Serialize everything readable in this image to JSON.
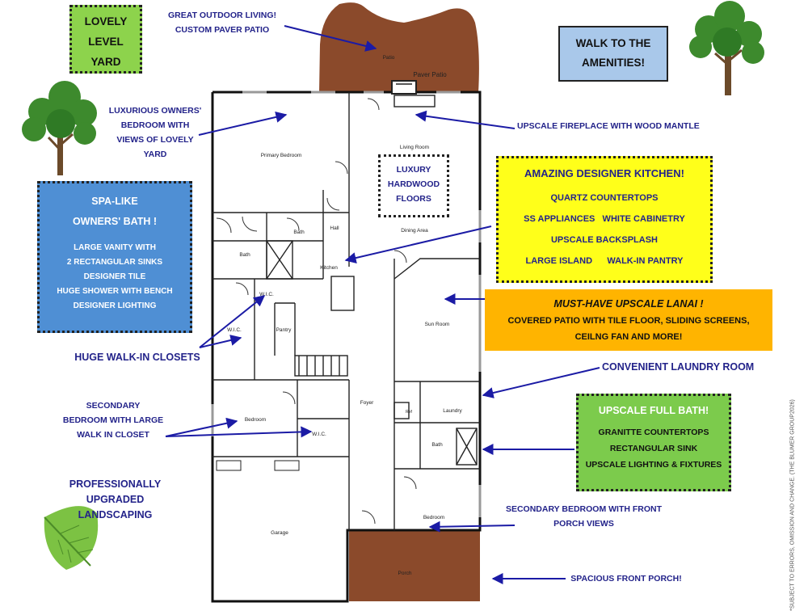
{
  "colors": {
    "callout_text": "#23238a",
    "arrow": "#1b1ba5",
    "yard_box": "#8dd34c",
    "amenities_box": "#a9c8ea",
    "bath_box": "#4f8fd4",
    "kitchen_box": "#ffff1a",
    "lanai_box": "#ffb400",
    "full_bath_box": "#7ccb4c",
    "patio_fill": "#8b4a2b",
    "leaf": "#7cc243",
    "tree_canopy": "#3d8a2d",
    "tree_trunk": "#6b4a2a"
  },
  "icons": [
    "tree-icon",
    "leaf-icon"
  ],
  "boxes": {
    "yard": [
      "LOVELY",
      "LEVEL",
      "YARD"
    ],
    "amenities": [
      "WALK TO THE",
      "AMENITIES!"
    ],
    "owners_bath": {
      "title": [
        "SPA-LIKE",
        "OWNERS' BATH !"
      ],
      "items": [
        "LARGE VANITY WITH",
        "2 RECTANGULAR SINKS",
        "DESIGNER TILE",
        "HUGE SHOWER WITH BENCH",
        "DESIGNER LIGHTING"
      ]
    },
    "floors": [
      "LUXURY",
      "HARDWOOD",
      "FLOORS"
    ],
    "kitchen": {
      "title": "AMAZING DESIGNER KITCHEN!",
      "items": [
        "QUARTZ COUNTERTOPS",
        "SS APPLIANCES   WHITE CABINETRY",
        "UPSCALE BACKSPLASH",
        "LARGE ISLAND      WALK-IN PANTRY"
      ]
    },
    "lanai": {
      "title": "MUST-HAVE UPSCALE LANAI !",
      "lines": [
        "COVERED PATIO WITH TILE FLOOR, SLIDING SCREENS,",
        "CEILNG FAN AND MORE!"
      ]
    },
    "full_bath": {
      "title": "UPSCALE FULL BATH!",
      "items": [
        "GRANITTE COUNTERTOPS",
        "RECTANGULAR SINK",
        "UPSCALE LIGHTING & FIXTURES"
      ]
    }
  },
  "callouts": {
    "outdoor": [
      "GREAT OUTDOOR LIVING!",
      "CUSTOM PAVER PATIO"
    ],
    "owners_bedroom": [
      "LUXURIOUS OWNERS'",
      "BEDROOM WITH",
      "VIEWS OF LOVELY",
      "YARD"
    ],
    "fireplace": "UPSCALE FIREPLACE WITH WOOD MANTLE",
    "closets": "HUGE WALK-IN CLOSETS",
    "laundry": "CONVENIENT LAUNDRY ROOM",
    "secondary_bedroom": [
      "SECONDARY",
      "BEDROOM WITH LARGE",
      "WALK IN CLOSET"
    ],
    "landscaping": [
      "PROFESSIONALLY",
      "UPGRADED",
      "LANDSCAPING"
    ],
    "front_bedroom": [
      "SECONDARY BEDROOM WITH FRONT",
      "PORCH VIEWS"
    ],
    "porch": "SPACIOUS FRONT PORCH!",
    "disclaimer": "*SUBJECT TO ERRORS, OMISSION AND CHANGE.  (THE BLUMER GROUP2026)"
  },
  "rooms": {
    "patio": "Patio",
    "paver_patio": "Paver Patio",
    "primary_bedroom": "Primary Bedroom",
    "living_room": "Living Room",
    "dining_area": "Dining Area",
    "bath1": "Bath",
    "bath2": "Bath",
    "bath3": "Bath",
    "hall": "Hall",
    "kitchen": "Kitchen",
    "wic1": "W.I.C.",
    "wic2": "W.I.C.",
    "wic3": "W.I.C.",
    "pantry": "Pantry",
    "sun_room": "Sun Room",
    "foyer": "Foyer",
    "bedroom1": "Bedroom",
    "bedroom2": "Bedroom",
    "laundry": "Laundry",
    "garage": "Garage",
    "porch": "Porch",
    "ref": "Ref"
  }
}
